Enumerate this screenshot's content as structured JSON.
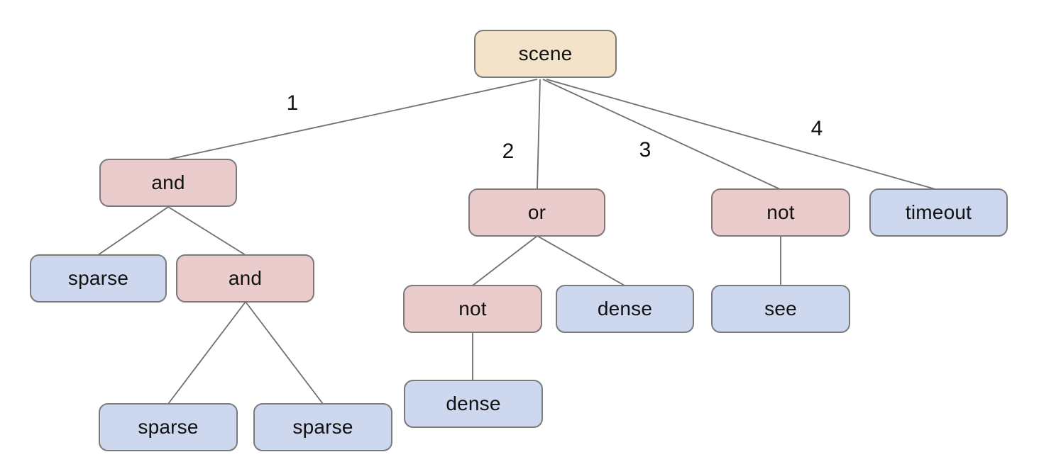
{
  "palette": {
    "canvas_bg": "#ffffff",
    "root_fill": "#f3e3c8",
    "operator_fill": "#e9cccb",
    "leaf_fill": "#cdd8ef",
    "node_border": "#7b7b7b",
    "edge_line": "#6f6f6f",
    "text_color": "#111111"
  },
  "nodes": [
    {
      "id": "scene",
      "label": "scene",
      "role": "root"
    },
    {
      "id": "and-1",
      "label": "and",
      "role": "operator"
    },
    {
      "id": "or-1",
      "label": "or",
      "role": "operator"
    },
    {
      "id": "not-1",
      "label": "not",
      "role": "operator"
    },
    {
      "id": "timeout",
      "label": "timeout",
      "role": "leaf"
    },
    {
      "id": "sparse-1",
      "label": "sparse",
      "role": "leaf"
    },
    {
      "id": "and-2",
      "label": "and",
      "role": "operator"
    },
    {
      "id": "not-2",
      "label": "not",
      "role": "operator"
    },
    {
      "id": "dense-1",
      "label": "dense",
      "role": "leaf"
    },
    {
      "id": "see-1",
      "label": "see",
      "role": "leaf"
    },
    {
      "id": "sparse-2",
      "label": "sparse",
      "role": "leaf"
    },
    {
      "id": "sparse-3",
      "label": "sparse",
      "role": "leaf"
    },
    {
      "id": "dense-2",
      "label": "dense",
      "role": "leaf"
    }
  ],
  "edges": [
    {
      "from": "scene",
      "to": "and-1",
      "label": "1"
    },
    {
      "from": "scene",
      "to": "or-1",
      "label": "2"
    },
    {
      "from": "scene",
      "to": "not-1",
      "label": "3"
    },
    {
      "from": "scene",
      "to": "timeout",
      "label": "4"
    },
    {
      "from": "and-1",
      "to": "sparse-1"
    },
    {
      "from": "and-1",
      "to": "and-2"
    },
    {
      "from": "and-2",
      "to": "sparse-2"
    },
    {
      "from": "and-2",
      "to": "sparse-3"
    },
    {
      "from": "or-1",
      "to": "not-2"
    },
    {
      "from": "or-1",
      "to": "dense-1"
    },
    {
      "from": "not-2",
      "to": "dense-2"
    },
    {
      "from": "not-1",
      "to": "see-1"
    }
  ]
}
